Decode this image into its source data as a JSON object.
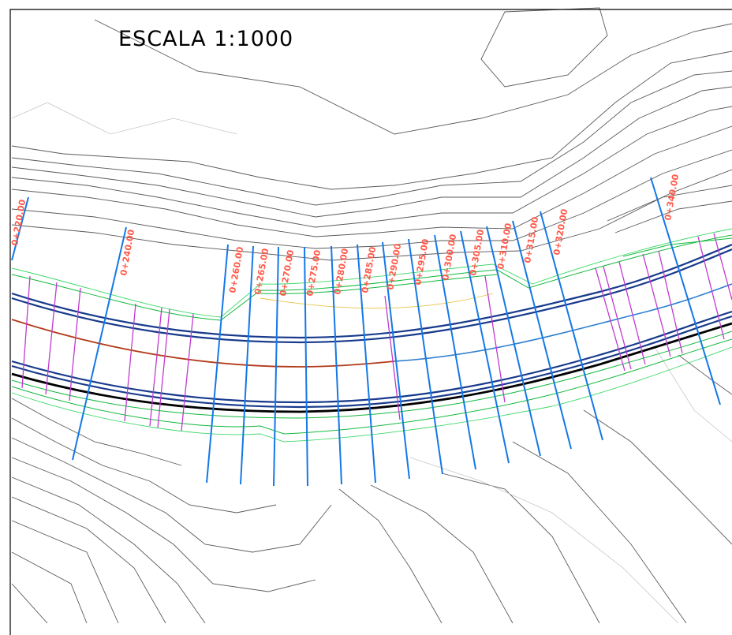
{
  "drawing": {
    "scale_label": "ESCALA 1:1000"
  },
  "stations": [
    {
      "label": "0+220.00"
    },
    {
      "label": "0+240.00"
    },
    {
      "label": "0+260.00"
    },
    {
      "label": "0+265.00"
    },
    {
      "label": "0+270.00"
    },
    {
      "label": "0+275.00"
    },
    {
      "label": "0+280.00"
    },
    {
      "label": "0+285.00"
    },
    {
      "label": "0+290.00"
    },
    {
      "label": "0+295.00"
    },
    {
      "label": "0+300.00"
    },
    {
      "label": "0+305.00"
    },
    {
      "label": "0+310.00"
    },
    {
      "label": "0+315.00"
    },
    {
      "label": "0+320.00"
    },
    {
      "label": "0+340.00"
    }
  ],
  "colors": {
    "contour": "#5a5a5a",
    "contour_light": "#c8c8c8",
    "road_edge": "#173a8c",
    "road_axis": "#b23a1a",
    "slope": "#12b83c",
    "station_line": "#1478e6",
    "station_label": "#ff5a4a",
    "section_marker": "#c03ad0"
  }
}
